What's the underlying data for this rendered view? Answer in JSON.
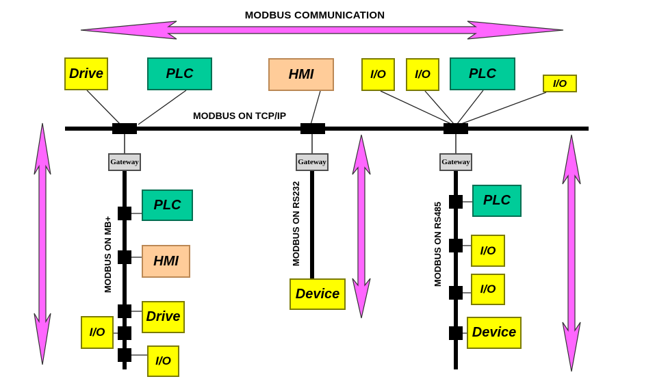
{
  "title": "MODBUS COMMUNICATION",
  "backbone": {
    "label": "MODBUS ON TCP/IP",
    "devices": [
      {
        "label": "Drive",
        "type": "drive"
      },
      {
        "label": "PLC",
        "type": "plc"
      },
      {
        "label": "HMI",
        "type": "hmi"
      },
      {
        "label": "I/O",
        "type": "io"
      },
      {
        "label": "I/O",
        "type": "io"
      },
      {
        "label": "PLC",
        "type": "plc"
      },
      {
        "label": "I/O",
        "type": "io"
      }
    ]
  },
  "branches": [
    {
      "label": "MODBUS ON MB+",
      "gateway_label": "Gateway",
      "devices": [
        {
          "label": "PLC",
          "type": "plc"
        },
        {
          "label": "HMI",
          "type": "hmi"
        },
        {
          "label": "Drive",
          "type": "drive"
        },
        {
          "label": "I/O",
          "type": "io"
        },
        {
          "label": "I/O",
          "type": "io"
        }
      ]
    },
    {
      "label": "MODBUS ON RS232",
      "gateway_label": "Gateway",
      "devices": [
        {
          "label": "Device",
          "type": "device"
        }
      ]
    },
    {
      "label": "MODBUS ON RS485",
      "gateway_label": "Gateway",
      "devices": [
        {
          "label": "PLC",
          "type": "plc"
        },
        {
          "label": "I/O",
          "type": "io"
        },
        {
          "label": "I/O",
          "type": "io"
        },
        {
          "label": "Device",
          "type": "device"
        }
      ]
    }
  ],
  "colors": {
    "device_yellow": "#FFFF00",
    "plc_green": "#00CC99",
    "hmi_orange": "#FFCC99",
    "gateway_gray": "#D8D8D8",
    "arrow_magenta": "#FF66FF",
    "line_black": "#000000"
  }
}
